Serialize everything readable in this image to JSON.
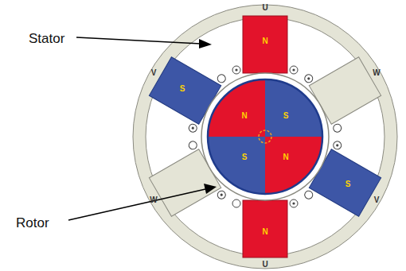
{
  "diagram": {
    "labels": [
      "Stator",
      "U",
      "N",
      "V",
      "W",
      "S",
      "N",
      "S",
      "S",
      "N",
      "S",
      "Rotor",
      "W",
      "V",
      "N",
      "U"
    ]
  }
}
